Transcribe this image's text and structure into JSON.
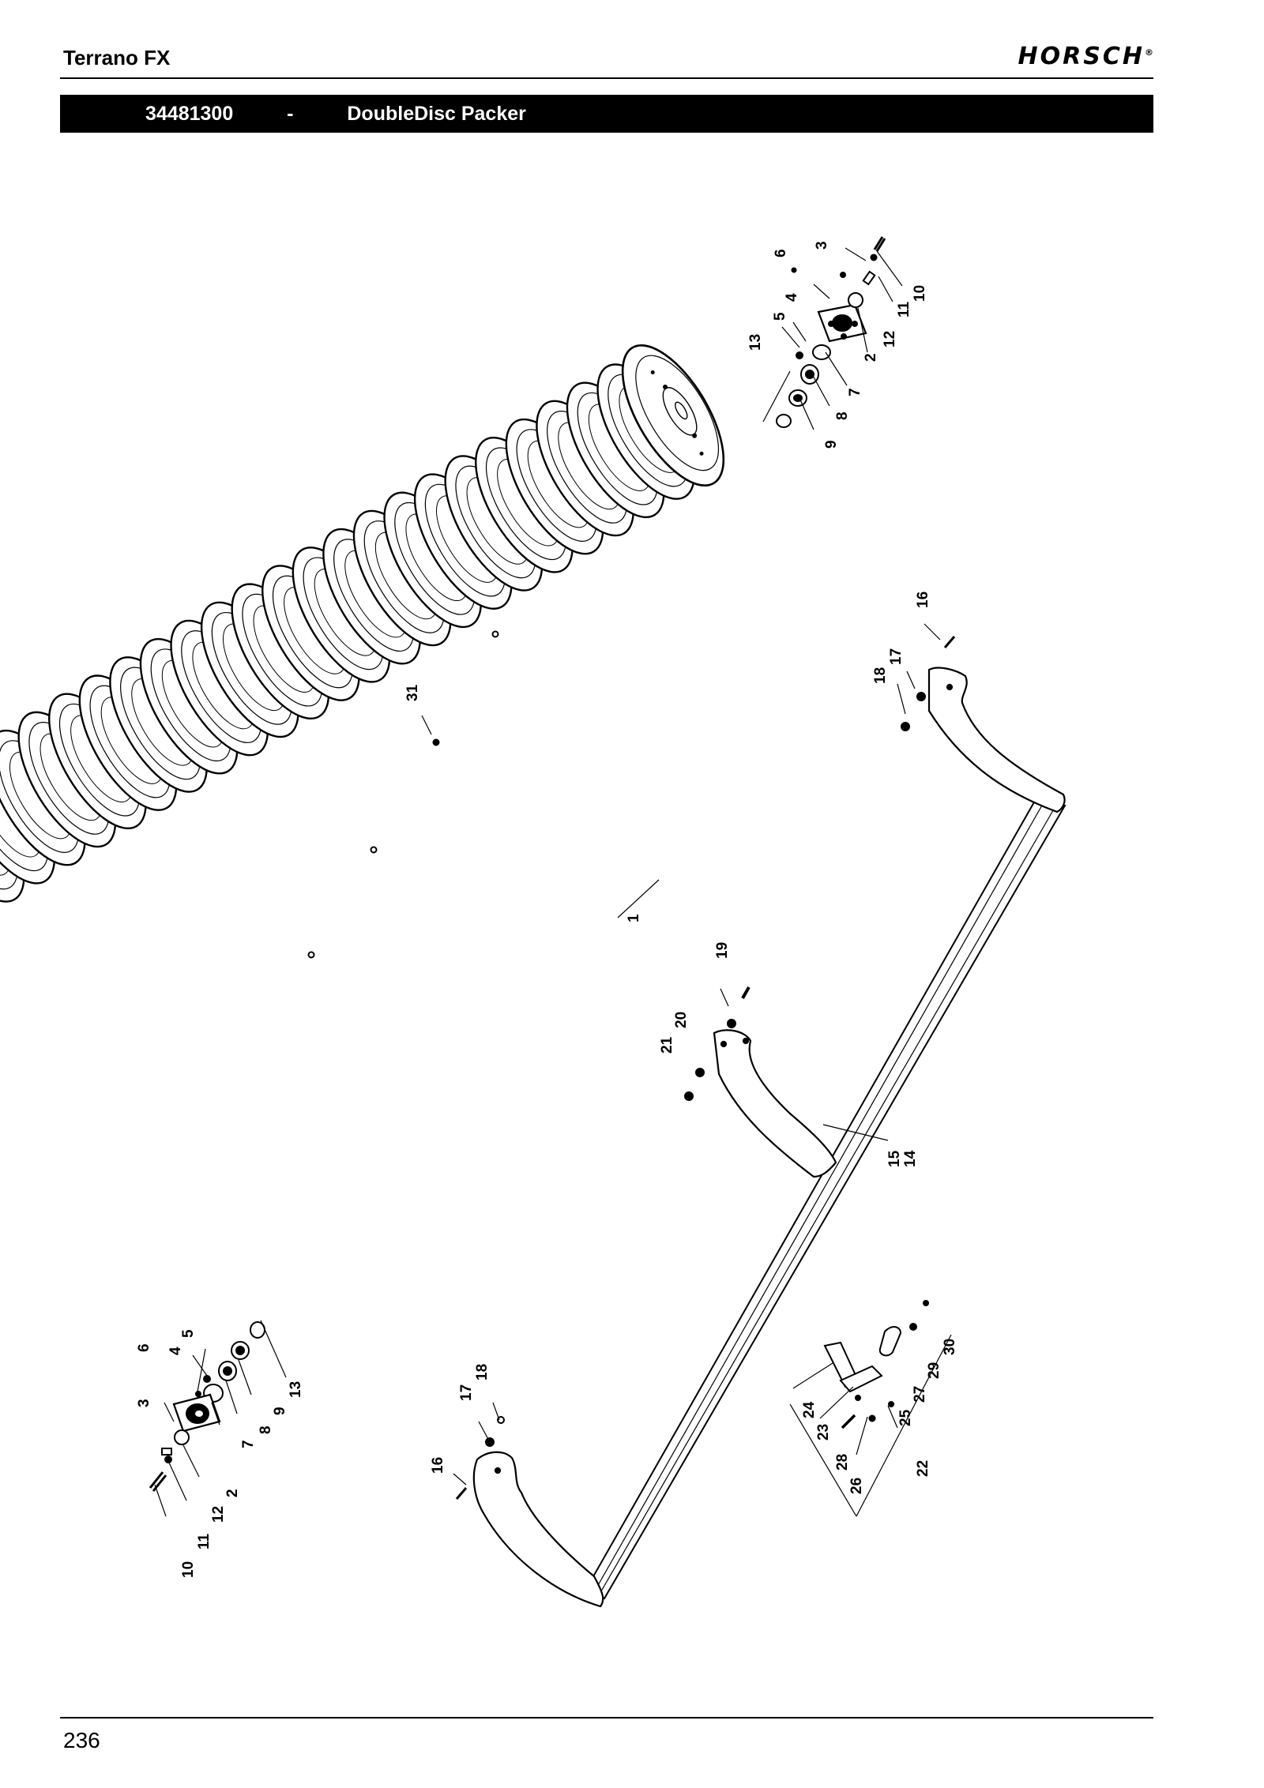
{
  "header": {
    "model": "Terrano FX",
    "brand": "HORSCH",
    "brand_mark": "®",
    "section_number": "34481300",
    "section_separator": "-",
    "section_title": "DoubleDisc Packer"
  },
  "diagram": {
    "callouts": {
      "c1": "1",
      "c2a": "2",
      "c2b": "2",
      "c3a": "3",
      "c3b": "3",
      "c4a": "4",
      "c4b": "4",
      "c5a": "5",
      "c5b": "5",
      "c6a": "6",
      "c6b": "6",
      "c7a": "7",
      "c7b": "7",
      "c8a": "8",
      "c8b": "8",
      "c9a": "9",
      "c9b": "9",
      "c10a": "10",
      "c10b": "10",
      "c11a": "11",
      "c11b": "11",
      "c12a": "12",
      "c12b": "12",
      "c13a": "13",
      "c13b": "13",
      "c14": "14",
      "c15": "15",
      "c16a": "16",
      "c16b": "16",
      "c17a": "17",
      "c17b": "17",
      "c18a": "18",
      "c18b": "18",
      "c19": "19",
      "c20": "20",
      "c21": "21",
      "c22": "22",
      "c23": "23",
      "c24": "24",
      "c25": "25",
      "c26": "26",
      "c27": "27",
      "c28": "28",
      "c29": "29",
      "c30": "30",
      "c31": "31"
    }
  },
  "footer": {
    "page_number": "236"
  }
}
